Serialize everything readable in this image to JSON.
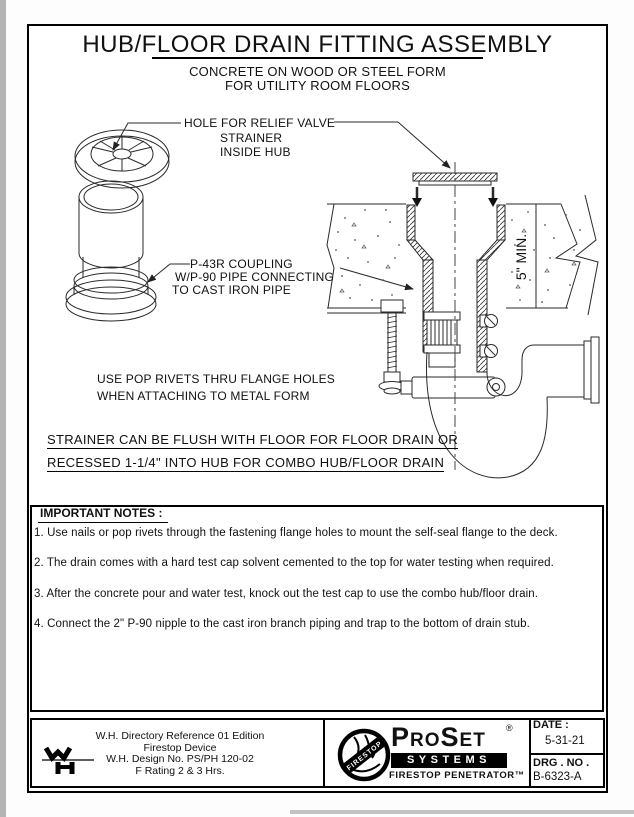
{
  "page": {
    "title": "HUB/FLOOR DRAIN FITTING ASSEMBLY",
    "subtitle_line1": "CONCRETE ON WOOD OR STEEL FORM",
    "subtitle_line2": "FOR UTILITY ROOM FLOORS"
  },
  "drawing": {
    "labels": {
      "hole_for_relief_valve": "HOLE FOR RELIEF VALVE",
      "strainer": "STRAINER",
      "inside_hub": "INSIDE HUB",
      "coupling_line1": "P-43R COUPLING",
      "coupling_line2": "W/P-90 PIPE CONNECTING",
      "coupling_line3": "TO CAST IRON PIPE",
      "pop_rivets_line1": "USE POP RIVETS THRU FLANGE HOLES",
      "pop_rivets_line2": "WHEN ATTACHING TO METAL FORM",
      "min_depth": "5\" MIN.",
      "flush_note_line1": "STRAINER CAN BE FLUSH WITH FLOOR FOR FLOOR DRAIN OR",
      "flush_note_line2": "RECESSED 1-1/4\" INTO HUB FOR COMBO HUB/FLOOR DRAIN"
    }
  },
  "notes": {
    "heading": "IMPORTANT NOTES :",
    "items": [
      "1. Use nails or pop rivets through the fastening flange holes to mount the self-seal flange to the deck.",
      "2. The drain comes with a hard test cap solvent cemented to the top for water testing when required.",
      "3. After the concrete pour and water test, knock out the test cap to use the combo hub/floor drain.",
      "4. Connect the 2\" P-90 nipple to the cast iron branch piping and trap to the bottom of drain stub."
    ]
  },
  "footer": {
    "wh_certification": {
      "line1": "W.H. Directory Reference 01 Edition",
      "line2": "Firestop Device",
      "line3": "W.H. Design No. PS/PH 120-02",
      "line4": "F Rating 2 & 3 Hrs."
    },
    "brand": {
      "name": "ProSet",
      "registered": "®",
      "systems": "SYSTEMS",
      "tagline": "FIRESTOP PENETRATOR™",
      "emblem_text": "FIRESTOP"
    },
    "title_block": {
      "date_label": "DATE :",
      "date_value": "5-31-21",
      "drg_label": "DRG . NO .",
      "drg_value": "B-6323-A"
    }
  }
}
